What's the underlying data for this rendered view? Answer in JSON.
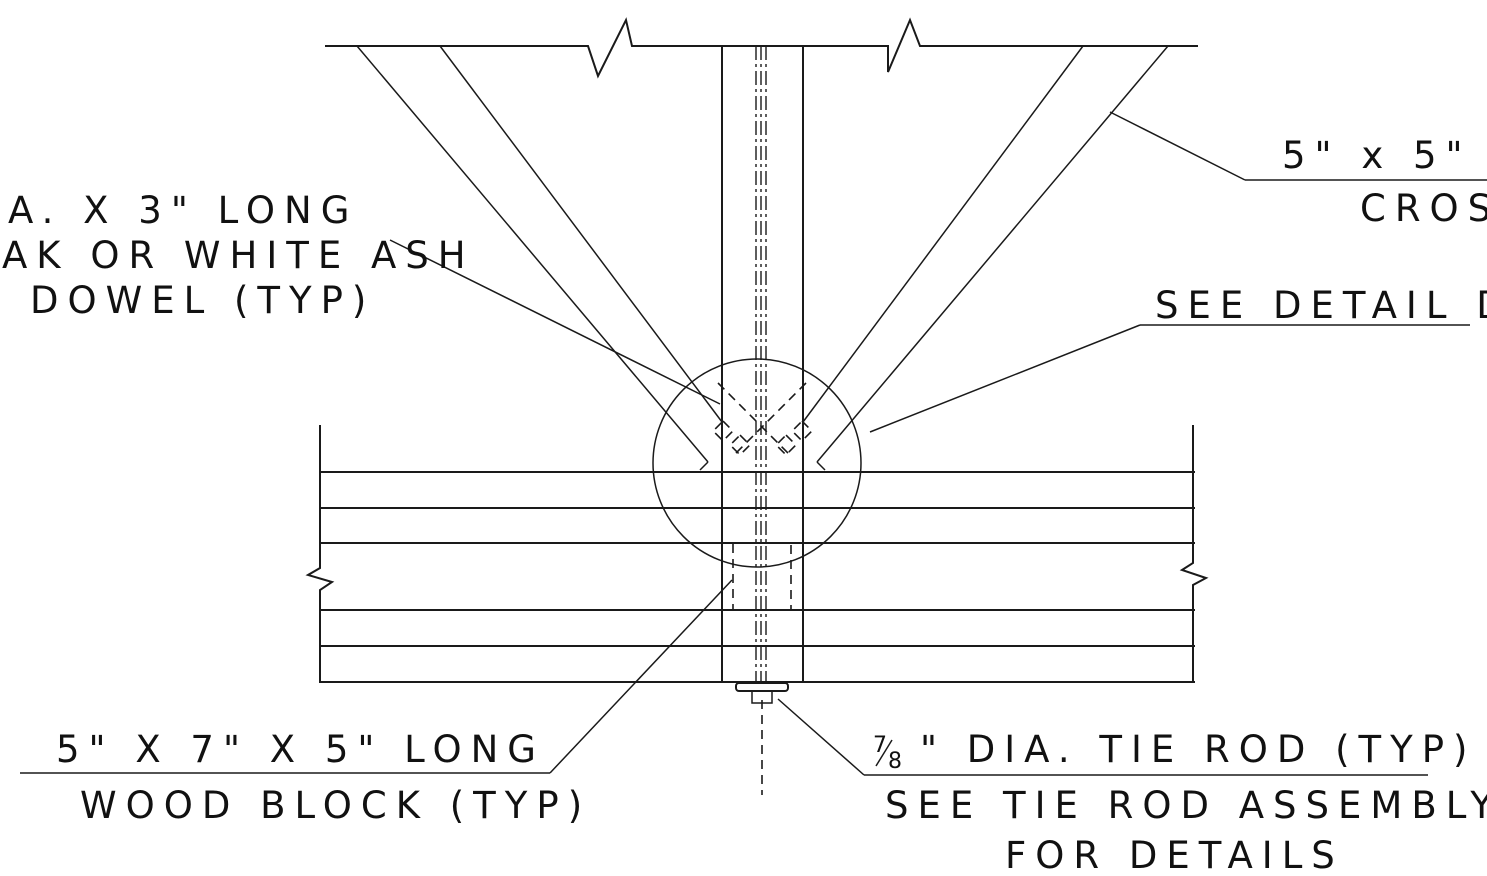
{
  "labels": {
    "dowel_line1": "A. X 3\" LONG",
    "dowel_line2": "AK OR WHITE ASH",
    "dowel_line3": "DOWEL (TYP)",
    "cross_size": "5\" x 5\"",
    "cross_word": "CROSS",
    "see_detail": "SEE DETAIL D",
    "block_line1": "5\" X 7\" X 5\" LONG",
    "block_line2": "WOOD BLOCK (TYP)",
    "rod_fraction_num": "7",
    "rod_fraction_den": "8",
    "rod_line1_rest": "\" DIA. TIE ROD (TYP)",
    "rod_line2": "SEE TIE ROD ASSEMBLY",
    "rod_line3": "FOR DETAILS"
  },
  "colors": {
    "line": "#1a1a1a",
    "background": "#ffffff"
  }
}
